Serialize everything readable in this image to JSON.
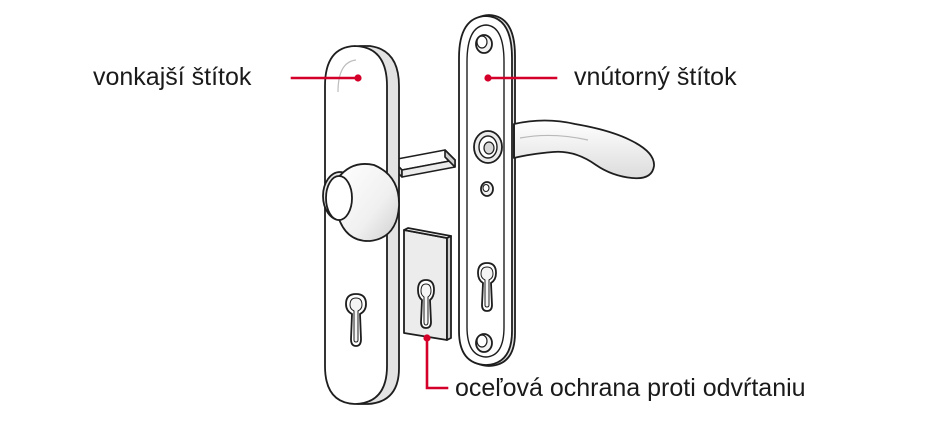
{
  "labels": {
    "outer_plate": "vonkajší štítok",
    "inner_plate": "vnútorný štítok",
    "steel_guard": "oceľová ochrana proti odvŕtaniu"
  },
  "colors": {
    "leader": "#d4002a",
    "outline": "#1e1e1e",
    "plate_fill": "#ffffff",
    "guard_fill": "#e9e9e9",
    "shade": "#d8d8d8",
    "text": "#1a1a1a"
  },
  "icons": {
    "outer_plate": "exterior-door-plate-with-knob",
    "inner_plate": "interior-door-plate-with-lever",
    "steel_guard": "anti-drill-steel-plate"
  }
}
